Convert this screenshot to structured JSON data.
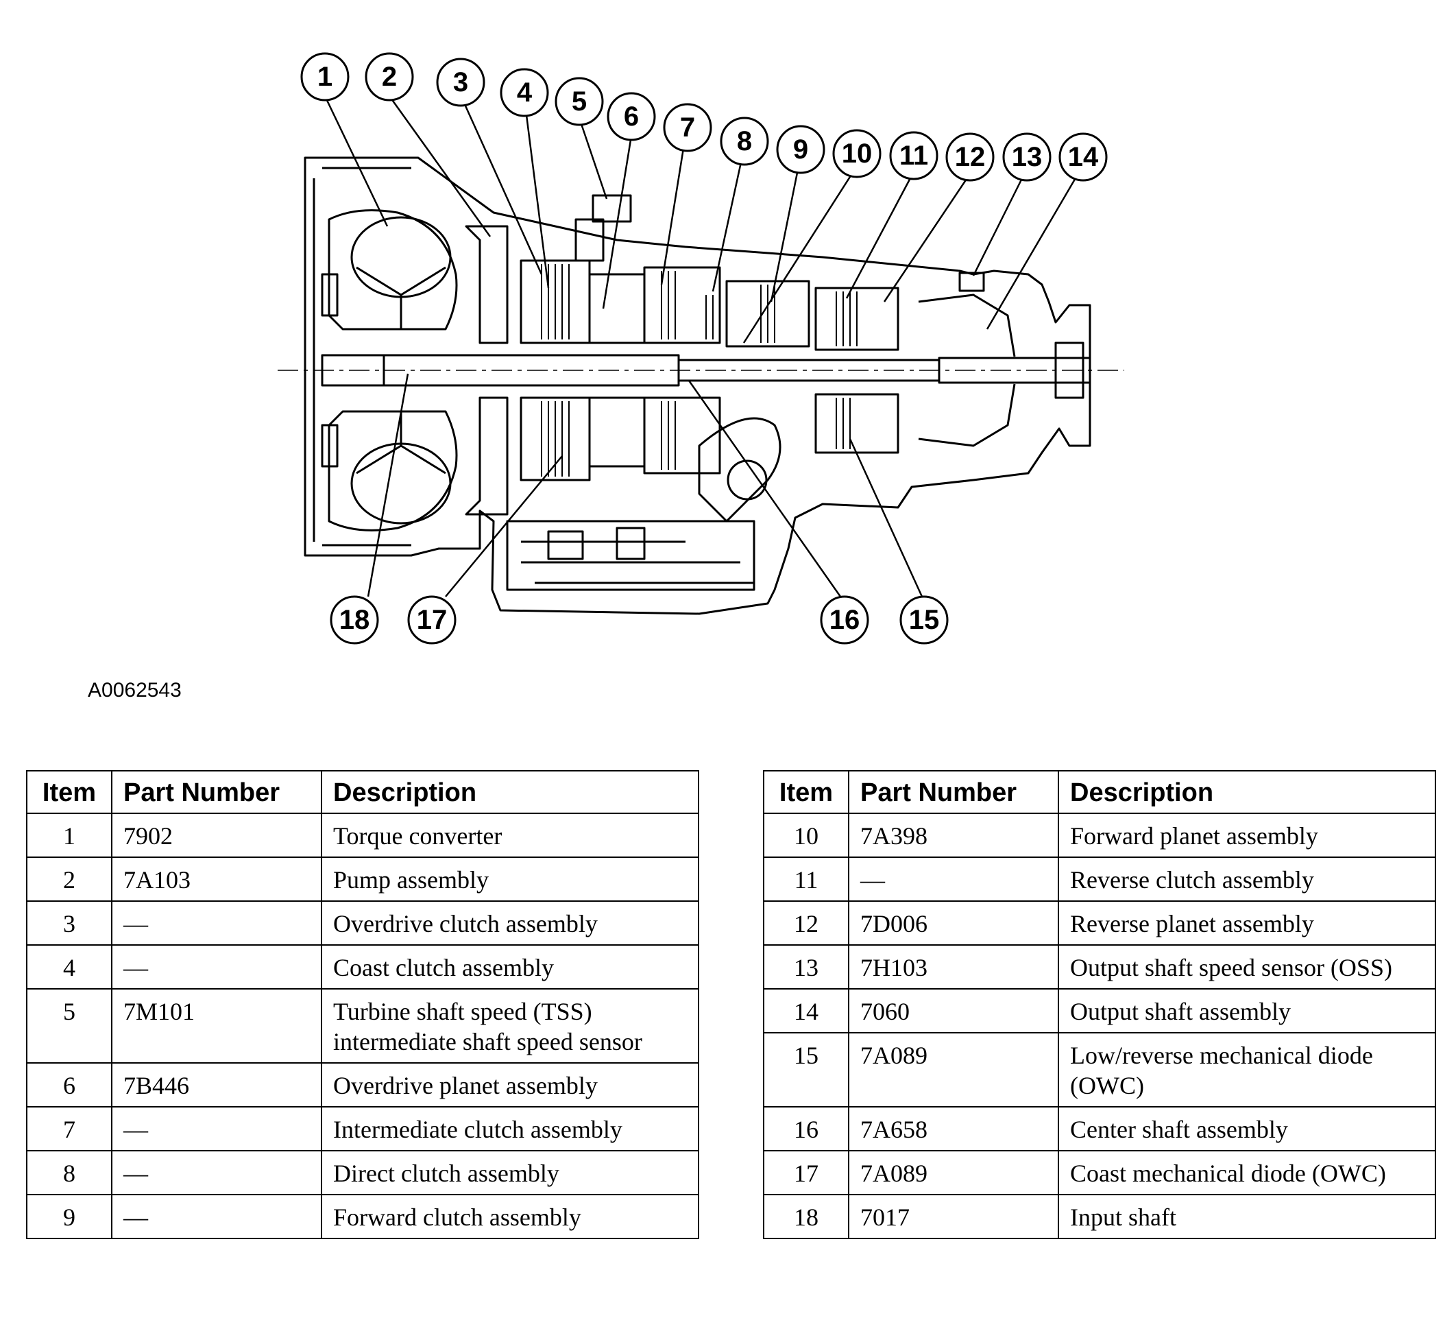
{
  "figure_id": "A0062543",
  "callouts": [
    "1",
    "2",
    "3",
    "4",
    "5",
    "6",
    "7",
    "8",
    "9",
    "10",
    "11",
    "12",
    "13",
    "14",
    "15",
    "16",
    "17",
    "18"
  ],
  "table_headers": {
    "item": "Item",
    "part_number": "Part Number",
    "description": "Description"
  },
  "parts_left": [
    {
      "item": "1",
      "part": "7902",
      "desc": "Torque converter"
    },
    {
      "item": "2",
      "part": "7A103",
      "desc": "Pump assembly"
    },
    {
      "item": "3",
      "part": "—",
      "desc": "Overdrive clutch assembly"
    },
    {
      "item": "4",
      "part": "—",
      "desc": "Coast clutch assembly"
    },
    {
      "item": "5",
      "part": "7M101",
      "desc": "Turbine shaft speed (TSS) intermediate shaft speed sensor"
    },
    {
      "item": "6",
      "part": "7B446",
      "desc": "Overdrive planet assembly"
    },
    {
      "item": "7",
      "part": "—",
      "desc": "Intermediate clutch assembly"
    },
    {
      "item": "8",
      "part": "—",
      "desc": "Direct clutch assembly"
    },
    {
      "item": "9",
      "part": "—",
      "desc": "Forward clutch assembly"
    }
  ],
  "parts_right": [
    {
      "item": "10",
      "part": "7A398",
      "desc": "Forward planet assembly"
    },
    {
      "item": "11",
      "part": "—",
      "desc": "Reverse clutch assembly"
    },
    {
      "item": "12",
      "part": "7D006",
      "desc": "Reverse planet assembly"
    },
    {
      "item": "13",
      "part": "7H103",
      "desc": "Output shaft speed sensor (OSS)"
    },
    {
      "item": "14",
      "part": "7060",
      "desc": "Output shaft assembly"
    },
    {
      "item": "15",
      "part": "7A089",
      "desc": "Low/reverse mechanical diode (OWC)"
    },
    {
      "item": "16",
      "part": "7A658",
      "desc": "Center shaft assembly"
    },
    {
      "item": "17",
      "part": "7A089",
      "desc": "Coast mechanical diode (OWC)"
    },
    {
      "item": "18",
      "part": "7017",
      "desc": "Input shaft"
    }
  ]
}
